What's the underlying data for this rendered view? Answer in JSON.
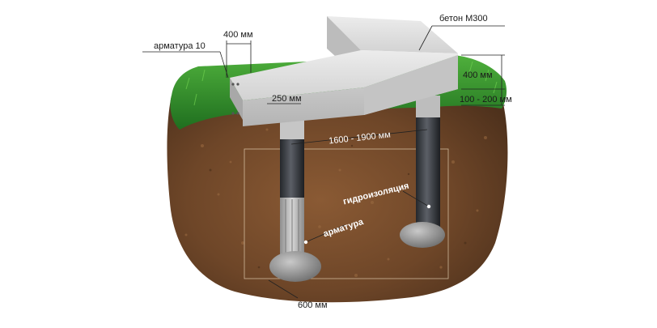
{
  "diagram": {
    "labels": {
      "concrete": "бетон М300",
      "rebar_top": "арматура 10",
      "beam_width": "400 мм",
      "beam_height": "400 мм",
      "gap": "100 - 200 мм",
      "pile_diameter": "250 мм",
      "pile_spacing": "1600 - 1900 мм",
      "waterproofing": "гидроизоляция",
      "rebar_pile": "арматура",
      "base_diameter": "600 мм"
    },
    "colors": {
      "grass": "#2e8a2a",
      "soil": "#6e4628",
      "concrete": "#d4d4d4",
      "waterproofing": "#3a3d42"
    }
  }
}
